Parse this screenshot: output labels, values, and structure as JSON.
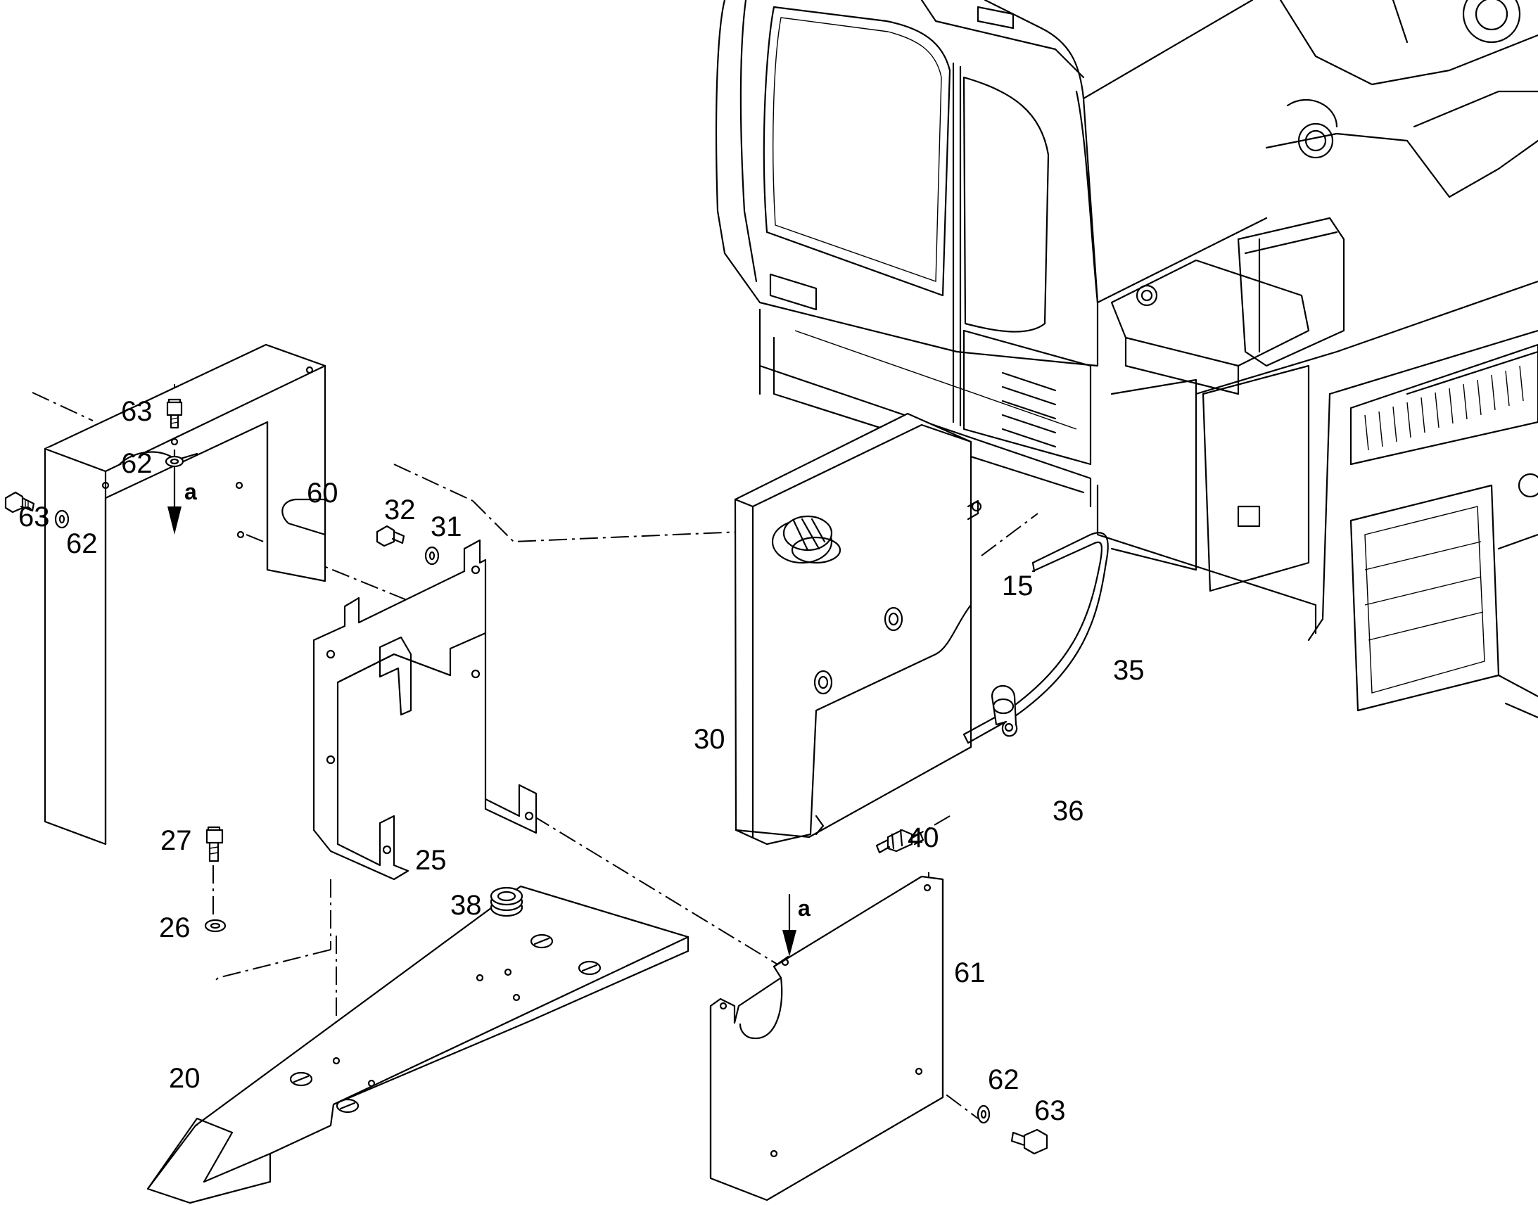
{
  "diagram": {
    "labels": {
      "p15": "15",
      "p20": "20",
      "p25": "25",
      "p26": "26",
      "p27": "27",
      "p30": "30",
      "p31": "31",
      "p32": "32",
      "p35": "35",
      "p36": "36",
      "p38": "38",
      "p40": "40",
      "p60": "60",
      "p61": "61",
      "p62a": "62",
      "p62b": "62",
      "p62c": "62",
      "p63a": "63",
      "p63b": "63",
      "p63c": "63"
    },
    "view_arrows": {
      "left": "a",
      "right": "a"
    }
  }
}
